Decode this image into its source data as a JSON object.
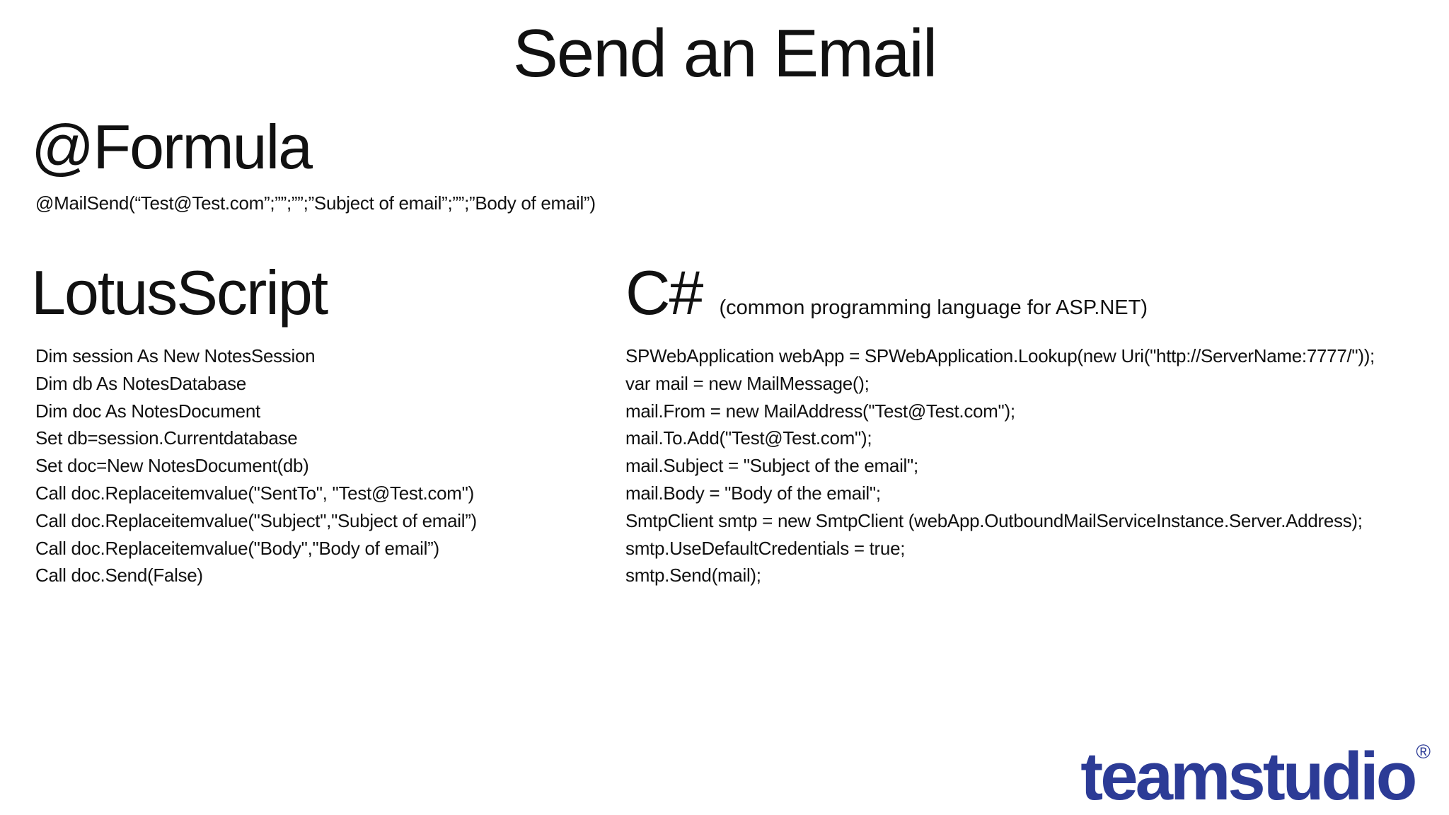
{
  "slide": {
    "title": "Send an Email",
    "formula": {
      "heading": "@Formula",
      "code": {
        "0": "@MailSend(“Test@Test.com”;””;””;”Subject of email”;””;”Body of email”)"
      }
    },
    "lotusscript": {
      "heading": "LotusScript",
      "code": {
        "0": "Dim session As New NotesSession",
        "1": "Dim db As NotesDatabase",
        "2": "Dim doc As NotesDocument",
        "3": "Set db=session.Currentdatabase",
        "4": "Set doc=New NotesDocument(db)",
        "5": "Call doc.Replaceitemvalue(\"SentTo\", \"Test@Test.com\")",
        "6": "Call doc.Replaceitemvalue(\"Subject\",\"Subject of email”)",
        "7": "Call doc.Replaceitemvalue(\"Body\",\"Body of email”)",
        "8": "Call doc.Send(False)"
      }
    },
    "csharp": {
      "heading": "C#",
      "subtitle": "(common programming language for ASP.NET)",
      "code": {
        "0": "SPWebApplication webApp = SPWebApplication.Lookup(new Uri(\"http://ServerName:7777/\"));",
        "1": "var mail = new MailMessage();",
        "2": "mail.From = new MailAddress(\"Test@Test.com\");",
        "3": "mail.To.Add(\"Test@Test.com\");",
        "4": "mail.Subject = \"Subject of the email\";",
        "5": "mail.Body = \"Body of the email\";",
        "6": "SmtpClient smtp = new SmtpClient (webApp.OutboundMailServiceInstance.Server.Address);",
        "7": "smtp.UseDefaultCredentials = true;",
        "8": "smtp.Send(mail);"
      }
    },
    "logo": {
      "text": "teamstudio",
      "registered_mark": "®",
      "color": "#2c3b96"
    }
  }
}
